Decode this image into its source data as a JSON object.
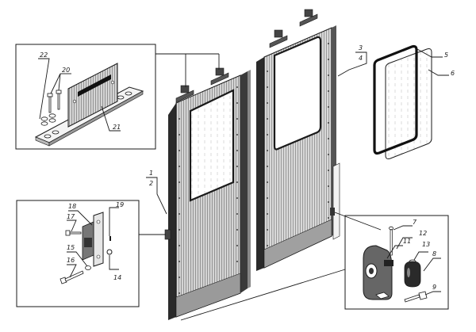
{
  "diagram": {
    "callouts": {
      "c1": "1",
      "c2": "2",
      "c3": "3",
      "c4": "4",
      "c5": "5",
      "c6": "6",
      "c7": "7",
      "c8": "8",
      "c9": "9",
      "c11": "11",
      "c12": "12",
      "c13": "13",
      "c14": "14",
      "c15": "15",
      "c16": "16",
      "c17": "17",
      "c18": "18",
      "c19": "19",
      "c20": "20",
      "c21": "21",
      "c22": "22"
    }
  },
  "colors": {
    "ink": "#1a1a1a",
    "paper": "#ffffff",
    "door_fill": "#d8d8d8",
    "window_fill": "#ffffff"
  }
}
